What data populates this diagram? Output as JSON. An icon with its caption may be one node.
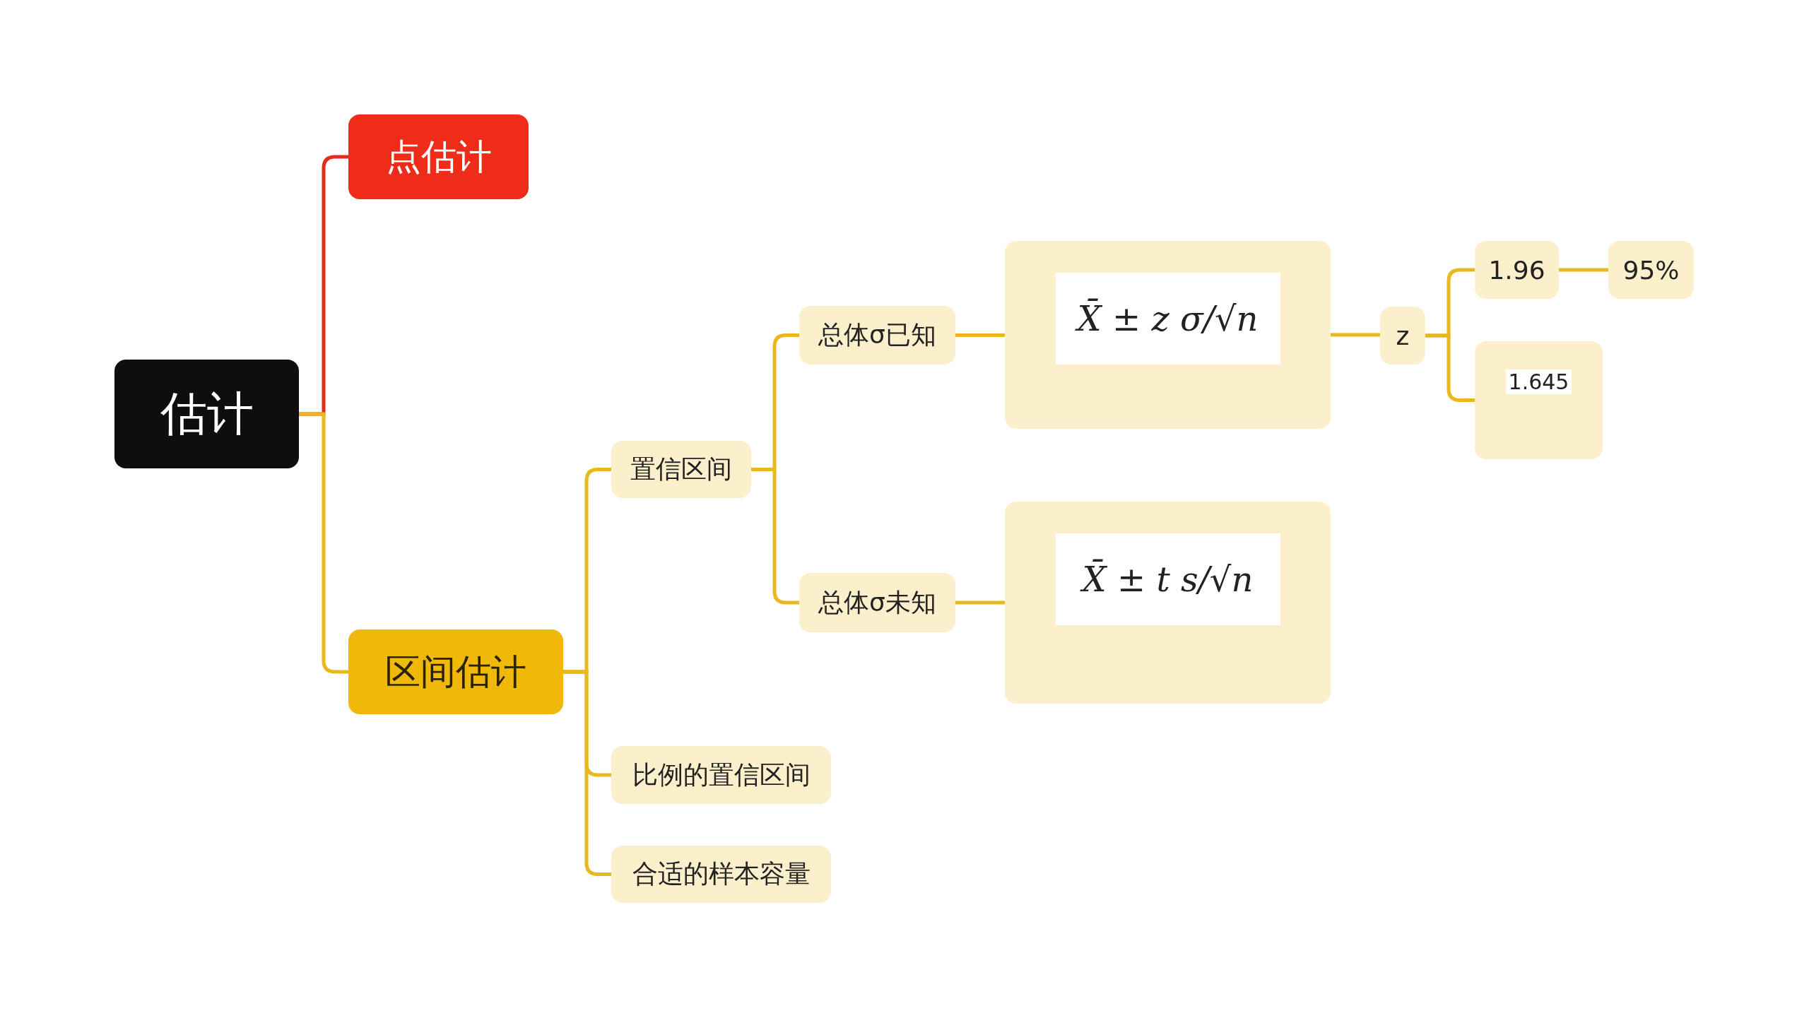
{
  "diagram": {
    "nodes": [
      {
        "text": [
          "估计"
        ]
      },
      {
        "text": [
          "点估计"
        ]
      },
      {
        "text": [
          "区间估计"
        ]
      },
      {
        "text": [
          "置信区间"
        ]
      },
      {
        "text": [
          "总体σ已知"
        ]
      },
      {
        "text": [
          "X̄ ± z σ/√n"
        ]
      },
      {
        "text": [
          "z"
        ]
      },
      {
        "text": [
          "1.96"
        ]
      },
      {
        "text": [
          "95%"
        ]
      },
      {
        "text": [
          "1.645"
        ]
      },
      {
        "text": [
          "总体σ未知"
        ]
      },
      {
        "text": [
          "X̄ ± t s/√n"
        ]
      },
      {
        "text": [
          "比例的置信区间"
        ]
      },
      {
        "text": [
          "合适的样本容量"
        ]
      }
    ],
    "edges": [
      {
        "from": 0,
        "to": 1,
        "arrow": "none",
        "color": "#e32b1c"
      },
      {
        "from": 0,
        "to": 2,
        "arrow": "none"
      },
      {
        "from": 2,
        "to": 3,
        "arrow": "none"
      },
      {
        "from": 2,
        "to": 12,
        "arrow": "none"
      },
      {
        "from": 2,
        "to": 13,
        "arrow": "none"
      },
      {
        "from": 3,
        "to": 4,
        "arrow": "none"
      },
      {
        "from": 3,
        "to": 10,
        "arrow": "none"
      },
      {
        "from": 4,
        "to": 5,
        "arrow": "none"
      },
      {
        "from": 10,
        "to": 11,
        "arrow": "none"
      },
      {
        "from": 5,
        "to": 6,
        "arrow": "none"
      },
      {
        "from": 6,
        "to": 7,
        "arrow": "none"
      },
      {
        "from": 6,
        "to": 9,
        "arrow": "none"
      },
      {
        "from": 7,
        "to": 8,
        "arrow": "none"
      }
    ]
  }
}
